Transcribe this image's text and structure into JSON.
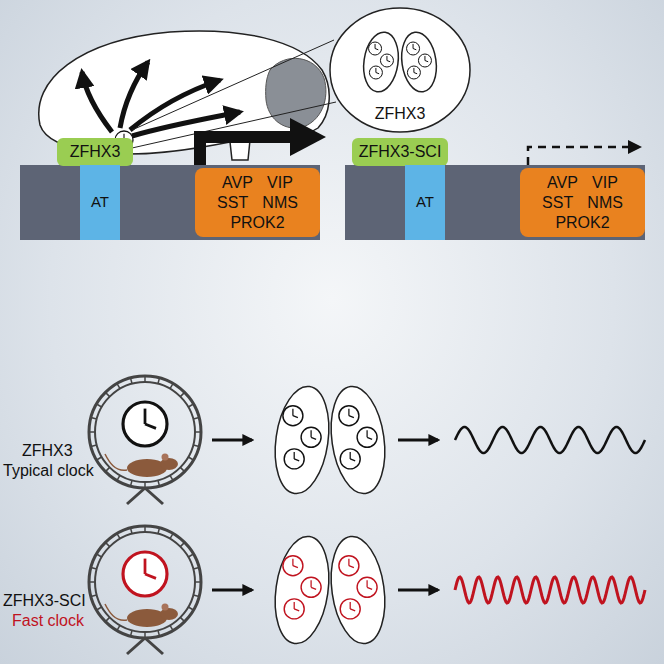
{
  "diagram": {
    "nodes": [
      {
        "text": [
          "ZFHX3"
        ]
      },
      {
        "text": [
          "ZFHX3"
        ]
      },
      {
        "text": [
          "AT"
        ]
      },
      {
        "text": [
          "AVP VIP SST NMS PROK2"
        ]
      },
      {
        "text": [
          "ZFHX3-SCI"
        ]
      },
      {
        "text": [
          "AT"
        ]
      },
      {
        "text": [
          "AVP VIP SST NMS PROK2"
        ]
      }
    ],
    "labels": [
      "ZFHX3",
      "Typical clock",
      "ZFHX3-SCI",
      "Fast clock"
    ]
  }
}
